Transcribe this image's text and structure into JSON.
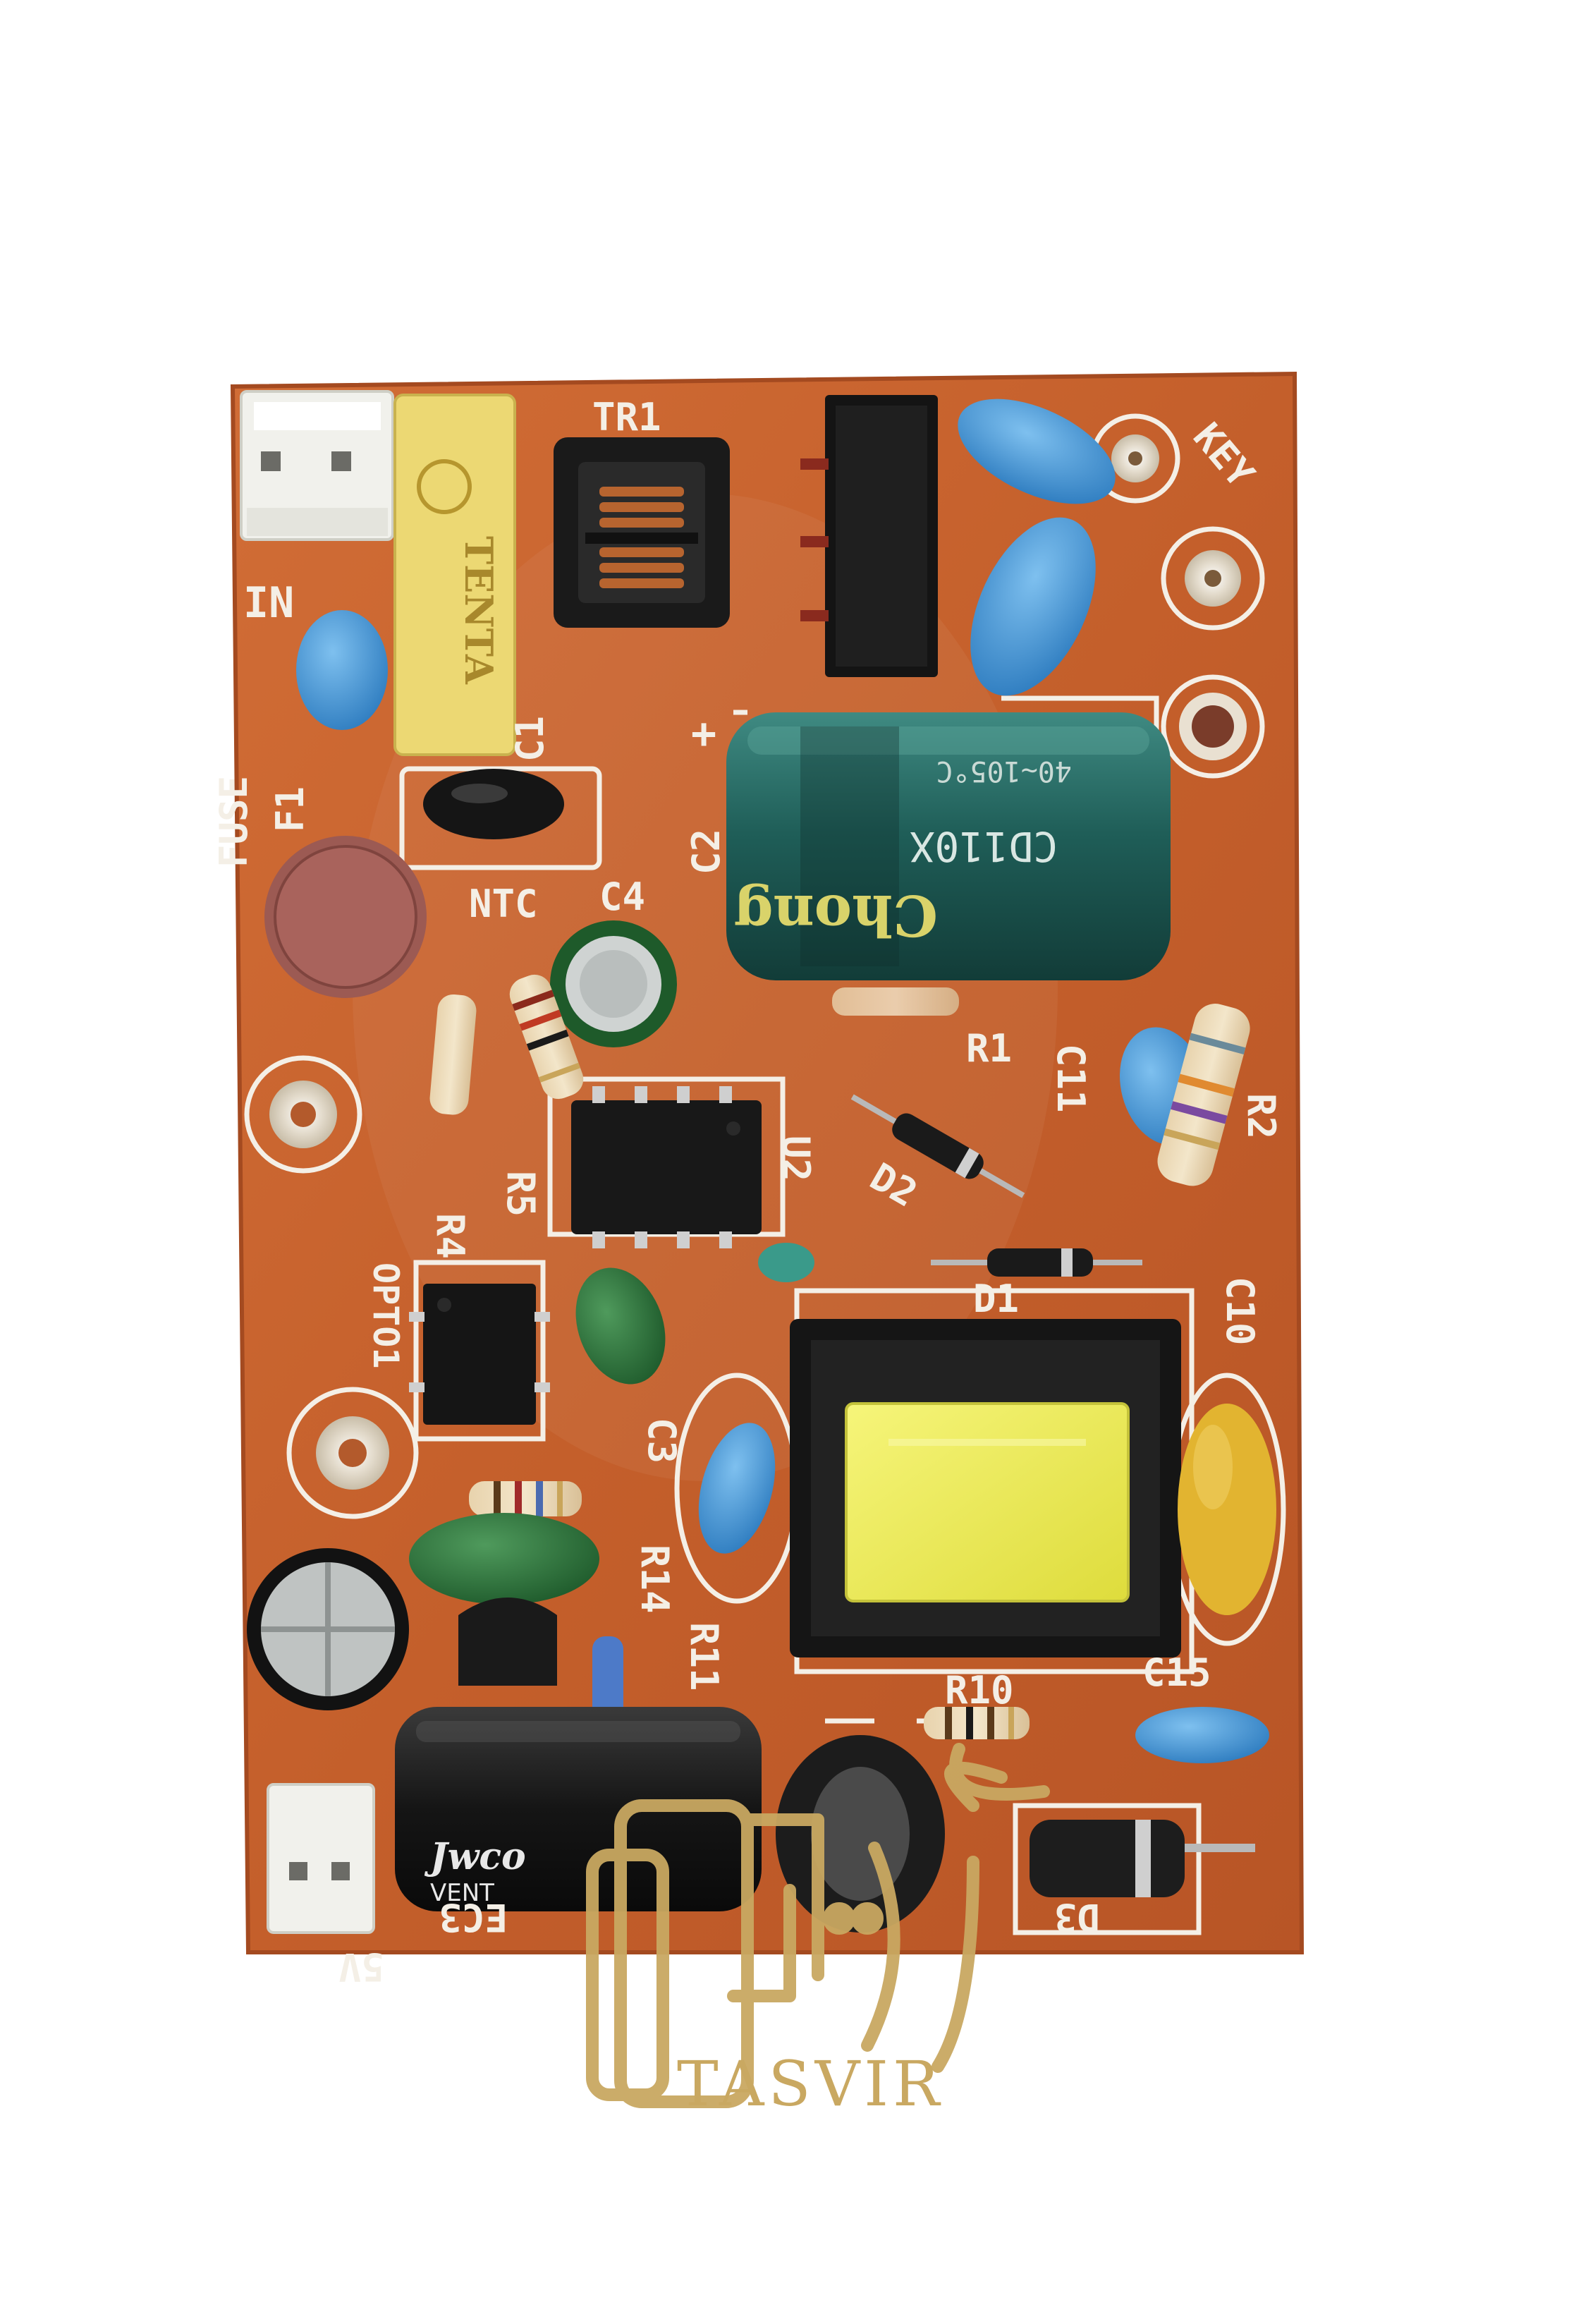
{
  "board": {
    "labels": {
      "tr1": "TR1",
      "in": "IN",
      "fuse": "FUSE",
      "f1": "F1",
      "c1": "C1",
      "c2": "C2",
      "ntc": "NTC",
      "c4": "C4",
      "r1": "R1",
      "r2": "R2",
      "c11": "C11",
      "r4": "R4",
      "r5": "R5",
      "u2": "U2",
      "d2": "D2",
      "d1": "D1",
      "c10": "C10",
      "opto1": "OPTO1",
      "c3": "C3",
      "r14": "R14",
      "r11": "R11",
      "r10": "R10",
      "c15": "C15",
      "ec3": "EC3",
      "d3": "D3",
      "v5": "5V",
      "key": "KEY",
      "plus": "+"
    },
    "components": {
      "fuse_text": "TENTA",
      "cap_main_brand": "Chong",
      "cap_main_series": "CD110X",
      "cap_main_temp": "40~105°C",
      "cap_out_brand": "Jwco",
      "cap_out_vent": "VENT"
    }
  },
  "watermark": {
    "text": "TASVIR"
  },
  "colors": {
    "pcb": "#c8642e",
    "silkscreen": "#f4efe6",
    "watermark": "#c9a861"
  }
}
